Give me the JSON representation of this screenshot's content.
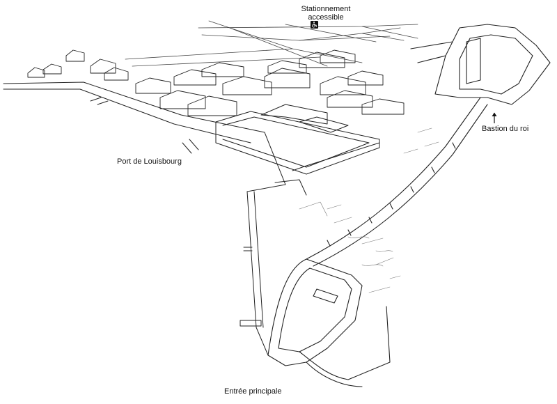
{
  "labels": {
    "parking": "Stationnement accessible",
    "parking_line1": "Stationnement",
    "parking_line2": "accessible",
    "port": "Port de Louisbourg",
    "bastion": "Bastion du roi",
    "entrance": "Entrée principale"
  },
  "icons": {
    "accessible_parking": "wheelchair-icon",
    "bastion_pointer": "arrow-up-icon"
  },
  "colors": {
    "ink": "#111111",
    "paper": "#ffffff"
  }
}
